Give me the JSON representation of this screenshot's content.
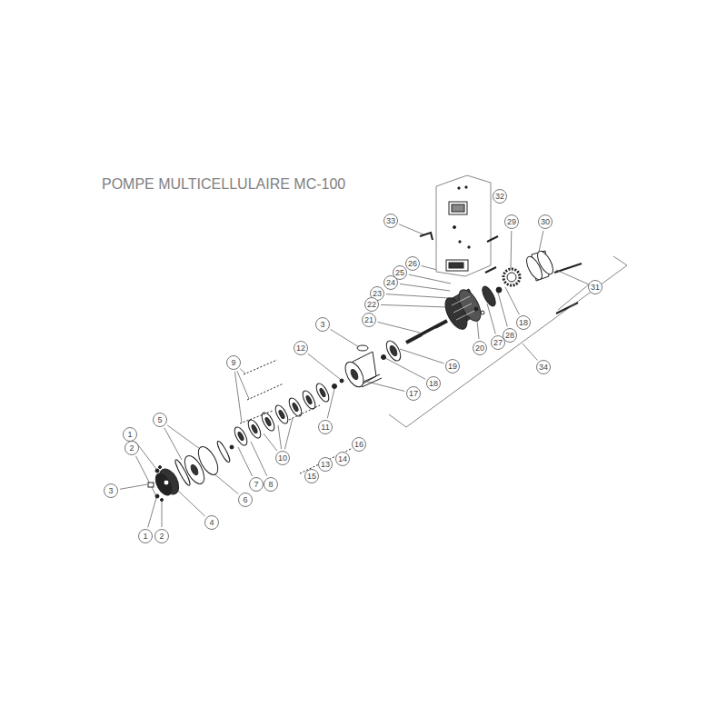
{
  "diagram": {
    "title": "POMPE MULTICELLULAIRE MC-100",
    "labels": [
      "32",
      "33",
      "29",
      "30",
      "26",
      "25",
      "24",
      "31",
      "23",
      "22",
      "21",
      "3",
      "18",
      "28",
      "27",
      "12",
      "20",
      "9",
      "19",
      "34",
      "18",
      "17",
      "5",
      "11",
      "1",
      "16",
      "2",
      "10",
      "14",
      "13",
      "15",
      "7",
      "8",
      "3",
      "6",
      "4",
      "1",
      "2"
    ]
  }
}
